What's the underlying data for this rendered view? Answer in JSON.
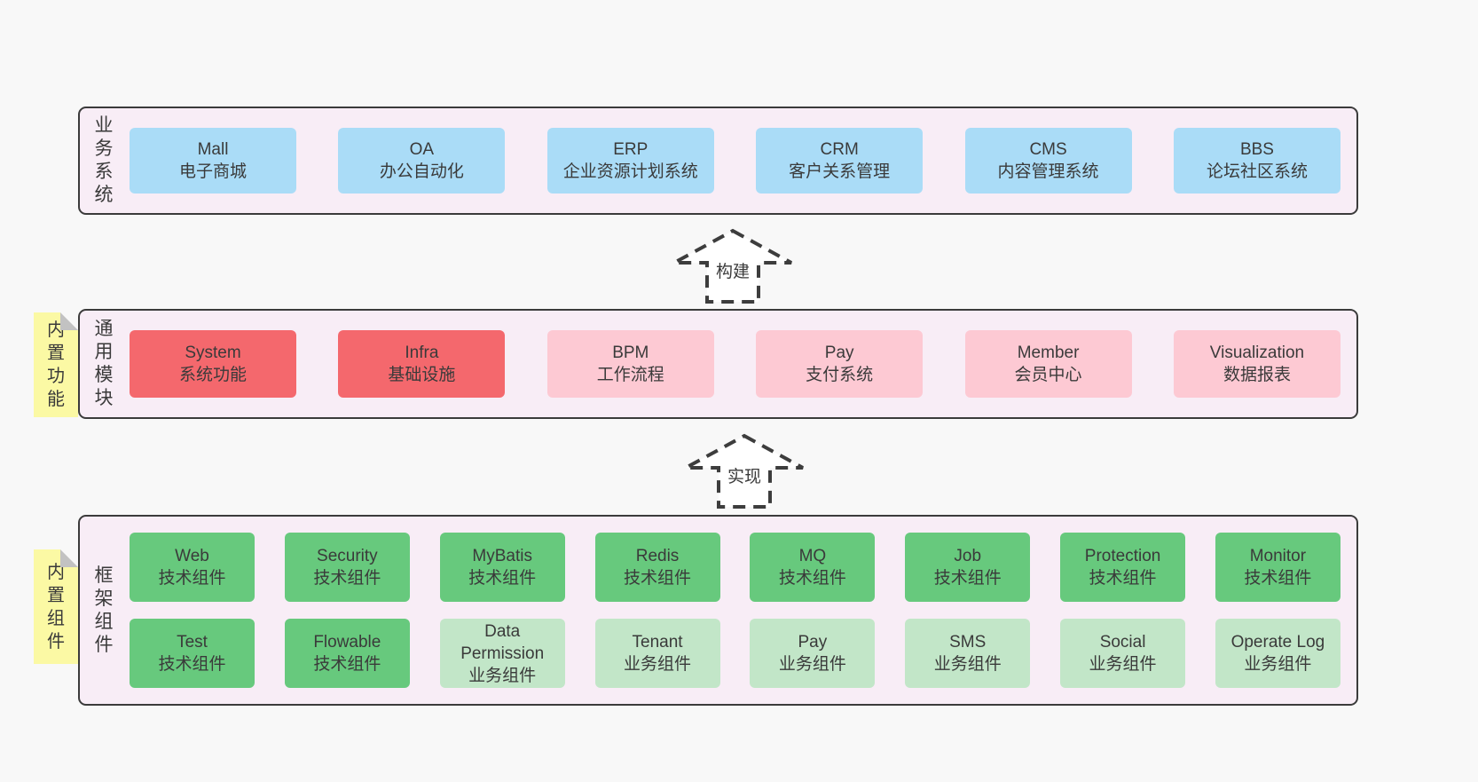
{
  "colors": {
    "page_background": "#f8f8f8",
    "panel_background": "#f8edf6",
    "panel_border": "#3b3b3b",
    "box_blue": "#aadcf7",
    "box_red": "#f4686d",
    "box_pink": "#fdc9d3",
    "box_green": "#67c97d",
    "box_green_light": "#c2e6c8",
    "sticky_yellow": "#fbf9a4",
    "text": "#3a3a3a"
  },
  "arrows": [
    {
      "label": "构建"
    },
    {
      "label": "实现"
    }
  ],
  "stickies": [
    {
      "text": "内置功能"
    },
    {
      "text": "内置组件"
    }
  ],
  "sections": [
    {
      "label": "业务系统",
      "boxes": [
        {
          "title": "Mall",
          "subtitle": "电子商城"
        },
        {
          "title": "OA",
          "subtitle": "办公自动化"
        },
        {
          "title": "ERP",
          "subtitle": "企业资源计划系统"
        },
        {
          "title": "CRM",
          "subtitle": "客户关系管理"
        },
        {
          "title": "CMS",
          "subtitle": "内容管理系统"
        },
        {
          "title": "BBS",
          "subtitle": "论坛社区系统"
        }
      ]
    },
    {
      "label": "通用模块",
      "boxes": [
        {
          "title": "System",
          "subtitle": "系统功能"
        },
        {
          "title": "Infra",
          "subtitle": "基础设施"
        },
        {
          "title": "BPM",
          "subtitle": "工作流程"
        },
        {
          "title": "Pay",
          "subtitle": "支付系统"
        },
        {
          "title": "Member",
          "subtitle": "会员中心"
        },
        {
          "title": "Visualization",
          "subtitle": "数据报表"
        }
      ]
    },
    {
      "label": "框架组件",
      "rows": [
        [
          {
            "title": "Web",
            "subtitle": "技术组件"
          },
          {
            "title": "Security",
            "subtitle": "技术组件"
          },
          {
            "title": "MyBatis",
            "subtitle": "技术组件"
          },
          {
            "title": "Redis",
            "subtitle": "技术组件"
          },
          {
            "title": "MQ",
            "subtitle": "技术组件"
          },
          {
            "title": "Job",
            "subtitle": "技术组件"
          },
          {
            "title": "Protection",
            "subtitle": "技术组件"
          },
          {
            "title": "Monitor",
            "subtitle": "技术组件"
          }
        ],
        [
          {
            "title": "Test",
            "subtitle": "技术组件"
          },
          {
            "title": "Flowable",
            "subtitle": "技术组件"
          },
          {
            "title": "Data Permission",
            "subtitle": "业务组件"
          },
          {
            "title": "Tenant",
            "subtitle": "业务组件"
          },
          {
            "title": "Pay",
            "subtitle": "业务组件"
          },
          {
            "title": "SMS",
            "subtitle": "业务组件"
          },
          {
            "title": "Social",
            "subtitle": "业务组件"
          },
          {
            "title": "Operate Log",
            "subtitle": "业务组件"
          }
        ]
      ]
    }
  ]
}
